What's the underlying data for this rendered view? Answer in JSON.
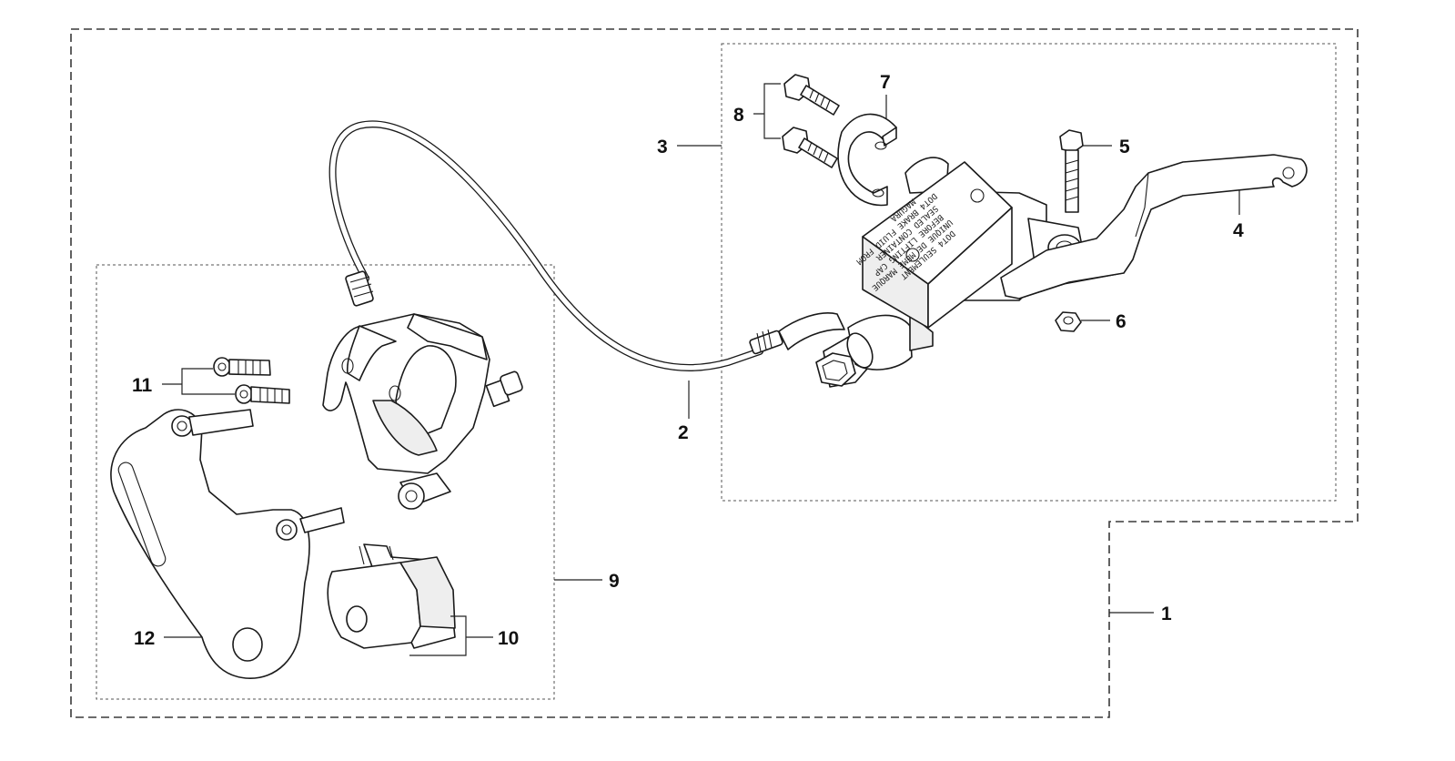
{
  "callouts": {
    "c1": "1",
    "c2": "2",
    "c3": "3",
    "c4": "4",
    "c5": "5",
    "c6": "6",
    "c7": "7",
    "c8": "8",
    "c9": "9",
    "c10": "10",
    "c11": "11",
    "c12": "12"
  },
  "reservoir_label": {
    "line1": "DOT4 SEULEMENT",
    "line2": "UNIQUE DE MEME MARQUE",
    "line3": "BEFORE LIFTING CAP",
    "line4": "SEALED CONTAINER",
    "line5": "DOT4 BRAKE FLUID FROM",
    "line6": "MAGURA"
  },
  "colors": {
    "line": "#1a1a1a",
    "background": "#ffffff"
  }
}
